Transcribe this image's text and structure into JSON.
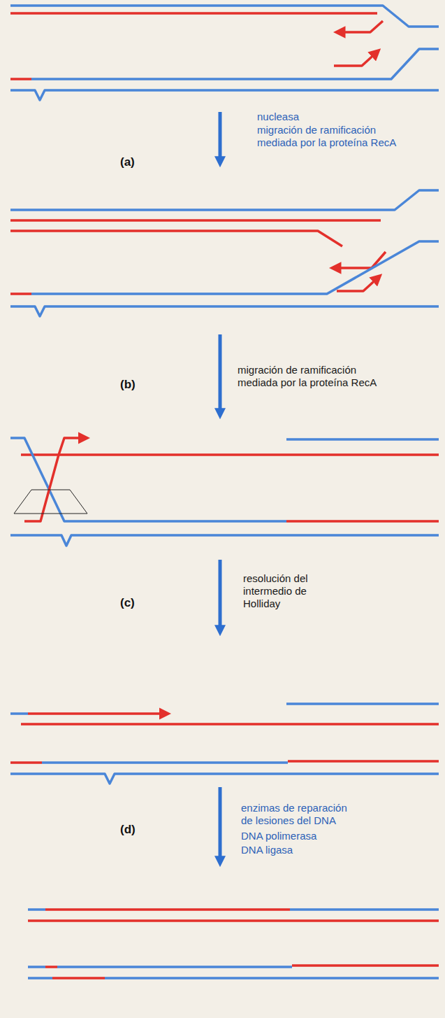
{
  "diagram": {
    "labels": [
      "nucleasa",
      "migración de ramificación mediada por la proteína RecA",
      "(a)",
      "migración de ramificación mediada por la proteína RecA",
      "(b)",
      "resolución del intermedio de Holliday",
      "(c)",
      "enzimas de reparación de lesiones del DNA",
      "DNA polimerasa",
      "DNA ligasa",
      "(d)"
    ]
  }
}
